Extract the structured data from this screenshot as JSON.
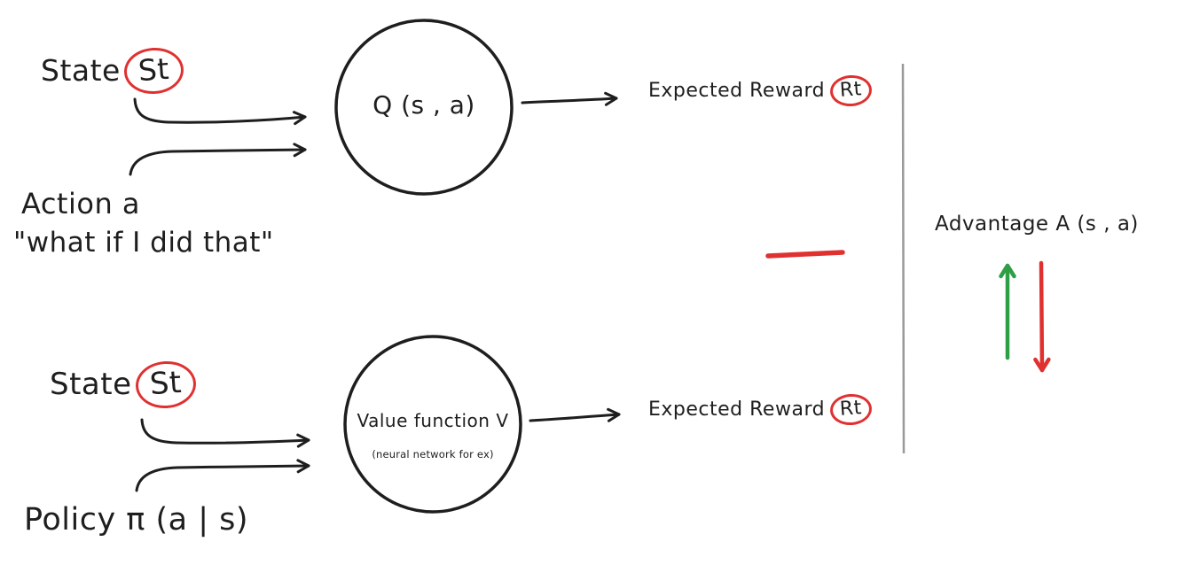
{
  "colors": {
    "background": "#ffffff",
    "ink": "#1e1e1e",
    "red": "#e03131",
    "green": "#2f9e44",
    "divider": "#9a9a9a"
  },
  "q_diagram": {
    "state_label": "State",
    "state_symbol": "St",
    "action_label": "Action a",
    "action_quote": "\"what if I did that\"",
    "node_label": "Q (s , a)",
    "output_label": "Expected Reward",
    "output_symbol": "Rt"
  },
  "v_diagram": {
    "state_label": "State",
    "state_symbol": "St",
    "policy_label": "Policy π (a | s)",
    "node_label": "Value function V",
    "node_note": "(neural network for ex)",
    "output_label": "Expected Reward",
    "output_symbol": "Rt"
  },
  "comparison": {
    "advantage_label": "Advantage A (s , a)",
    "icons": {
      "minus": "red-minus-line",
      "increase": "green-up-arrow",
      "decrease": "red-down-arrow",
      "separator": "vertical-divider-line"
    }
  }
}
